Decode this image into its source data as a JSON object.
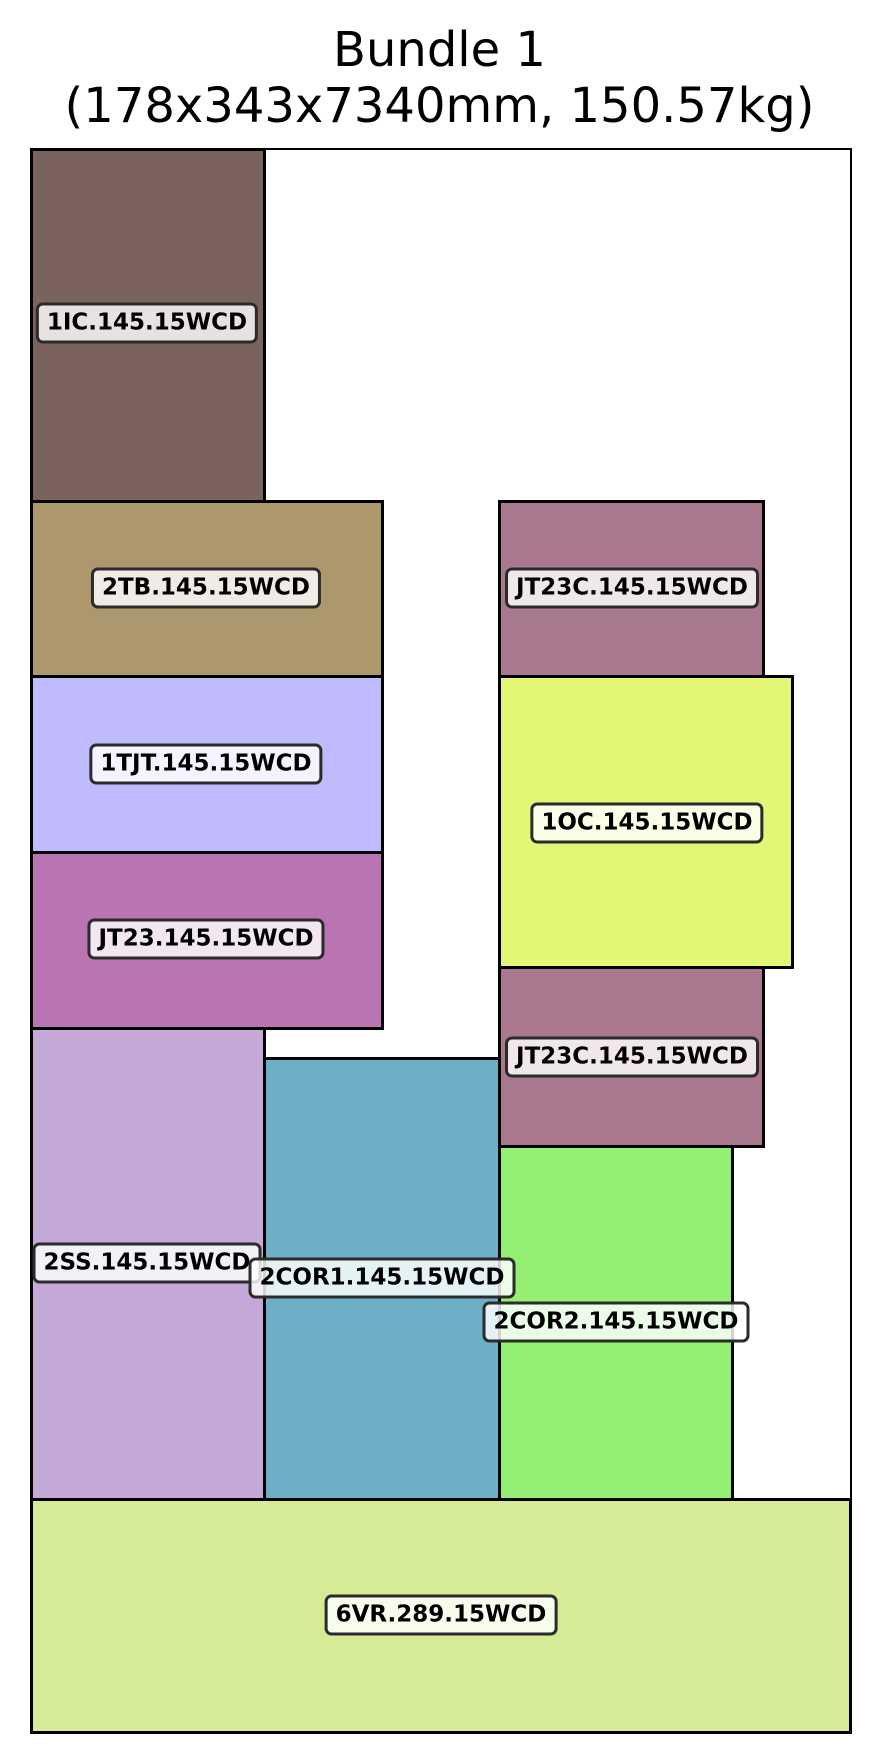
{
  "diagram": {
    "title_line1": "Bundle 1",
    "title_line2": "(178x343x7340mm, 150.57kg)",
    "pieces": [
      {
        "key": "p1ic",
        "label": "1IC.145.15WCD",
        "color": "#7a625f"
      },
      {
        "key": "p2tb",
        "label": "2TB.145.15WCD",
        "color": "#ad986e"
      },
      {
        "key": "p1tjt",
        "label": "1TJT.145.15WCD",
        "color": "#c0bbfd"
      },
      {
        "key": "pjt23",
        "label": "JT23.145.15WCD",
        "color": "#b975b3"
      },
      {
        "key": "pjt23c_a",
        "label": "JT23C.145.15WCD",
        "color": "#aa788e"
      },
      {
        "key": "p1oc",
        "label": "1OC.145.15WCD",
        "color": "#e4f676"
      },
      {
        "key": "pjt23c_b",
        "label": "JT23C.145.15WCD",
        "color": "#aa788e"
      },
      {
        "key": "p2ss",
        "label": "2SS.145.15WCD",
        "color": "#c4a9d8"
      },
      {
        "key": "p2cor1",
        "label": "2COR1.145.15WCD",
        "color": "#6cafc7"
      },
      {
        "key": "p2cor2",
        "label": "2COR2.145.15WCD",
        "color": "#93f073"
      },
      {
        "key": "p6vr",
        "label": "6VR.289.15WCD",
        "color": "#d6eb95"
      }
    ]
  }
}
